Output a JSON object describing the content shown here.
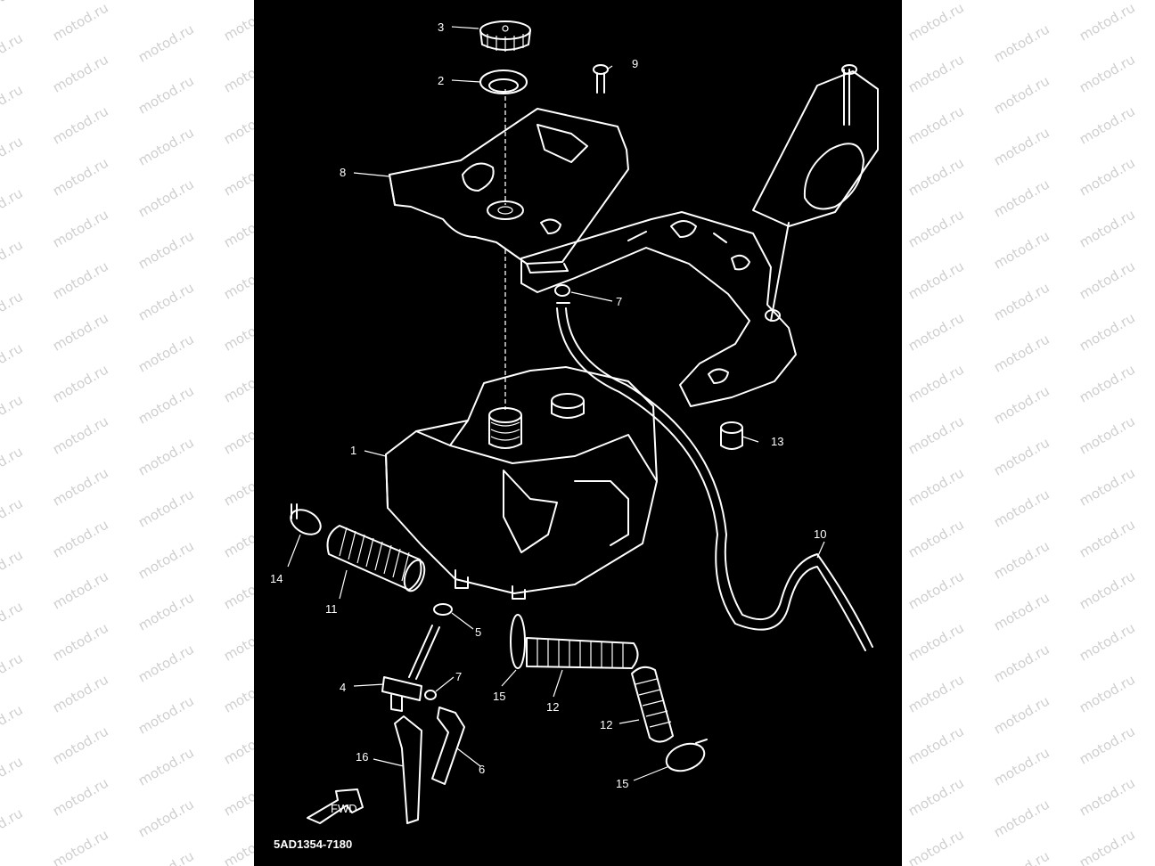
{
  "watermark": {
    "text": "motod.ru"
  },
  "diagram": {
    "part_code": "5AD1354-7180",
    "fwd_label": "FWD",
    "callouts": {
      "c1": "1",
      "c2": "2",
      "c3": "3",
      "c4": "4",
      "c5": "5",
      "c6": "6",
      "c7a": "7",
      "c7b": "7",
      "c8": "8",
      "c9": "9",
      "c10": "10",
      "c11": "11",
      "c12a": "12",
      "c12b": "12",
      "c13": "13",
      "c14": "14",
      "c15a": "15",
      "c15b": "15",
      "c16": "16"
    }
  },
  "colors": {
    "panel_bg": "#000000",
    "line": "#ffffff",
    "watermark": "#cfcfcf",
    "page_bg": "#ffffff"
  }
}
